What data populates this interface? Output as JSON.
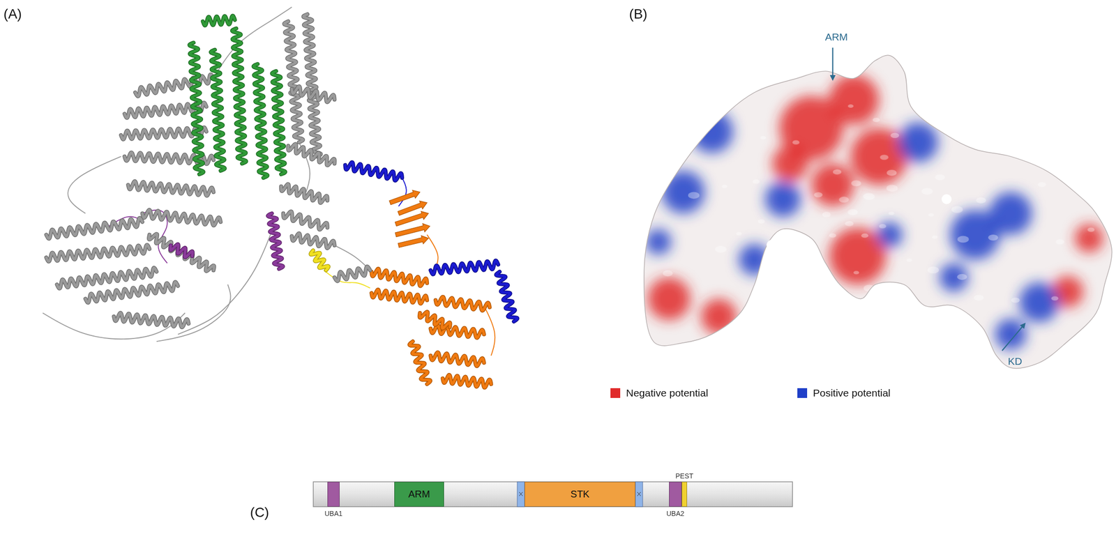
{
  "diagram": {
    "nodes": [
      {
        "text": [
          "UBA1"
        ]
      },
      {
        "text": [
          "ARM"
        ]
      },
      {
        "text": [
          "STK"
        ]
      },
      {
        "text": [
          "UBA2"
        ]
      },
      {
        "text": [
          "PEST"
        ]
      }
    ],
    "labels": [
      "(A)",
      "(B)",
      "ARM",
      "KD",
      "(C)"
    ],
    "legend": [
      {
        "text": "Negative potential",
        "color": "#e02a2a"
      },
      {
        "text": "Positive potential",
        "color": "#1f3fc8"
      }
    ]
  }
}
